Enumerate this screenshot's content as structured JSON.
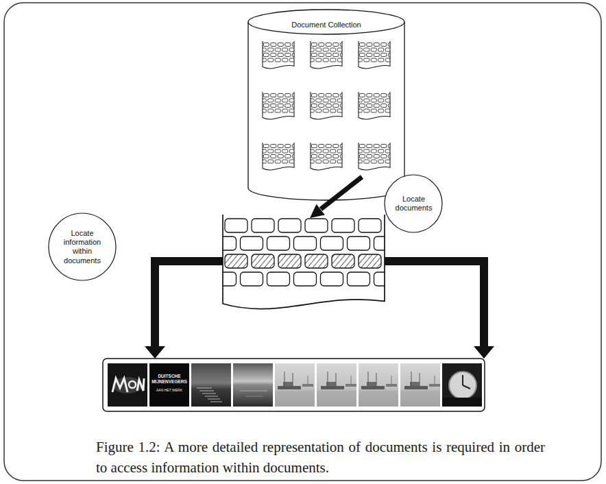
{
  "diagram": {
    "caption": "Figure 1.2: A more detailed representation of documents is required in order to access information within documents.",
    "nodes": [
      {
        "text": [
          "Document Collection"
        ]
      },
      {
        "text": [
          "Locate documents"
        ]
      },
      {
        "text": [
          "Locate information within documents"
        ]
      }
    ],
    "labels": [
      "DUITSCHE MIJNENVEGERS",
      "AAN HET WERK"
    ]
  }
}
